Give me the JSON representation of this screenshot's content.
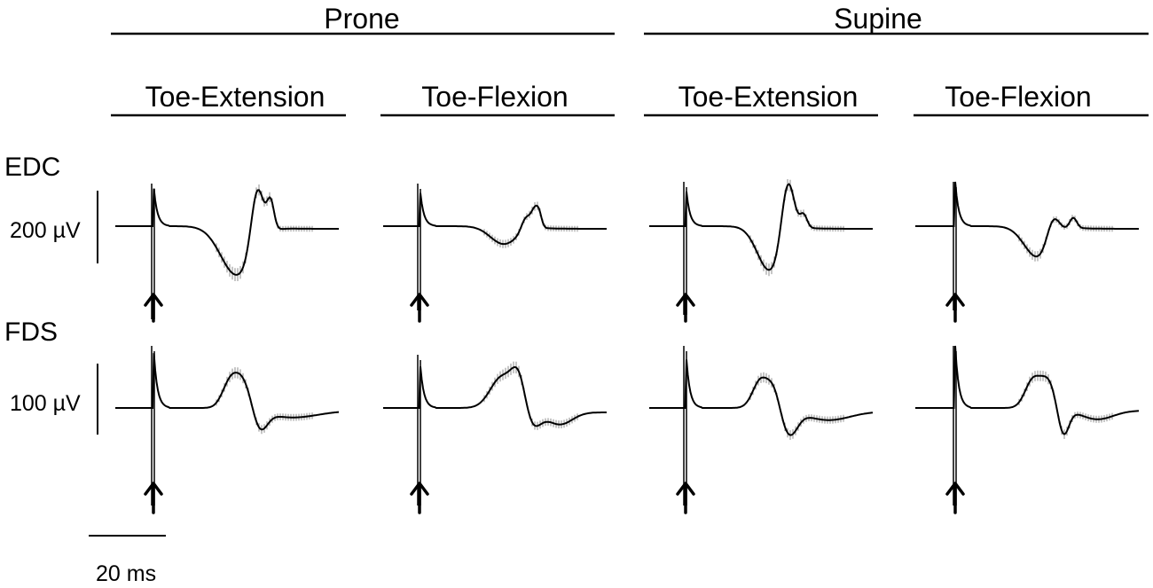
{
  "chart_data": {
    "type": "line",
    "groups": [
      "Prone",
      "Supine"
    ],
    "conditions": [
      "Toe-Extension",
      "Toe-Flexion",
      "Toe-Extension",
      "Toe-Flexion"
    ],
    "rows": [
      "EDC",
      "FDS"
    ],
    "scale_bars": {
      "EDC_amplitude": "200 µV",
      "FDS_amplitude": "100 µV",
      "time": "20 ms"
    },
    "stimulus_marker": "↑",
    "line_color": "#000000",
    "sd_color": "#8c8c8c"
  }
}
